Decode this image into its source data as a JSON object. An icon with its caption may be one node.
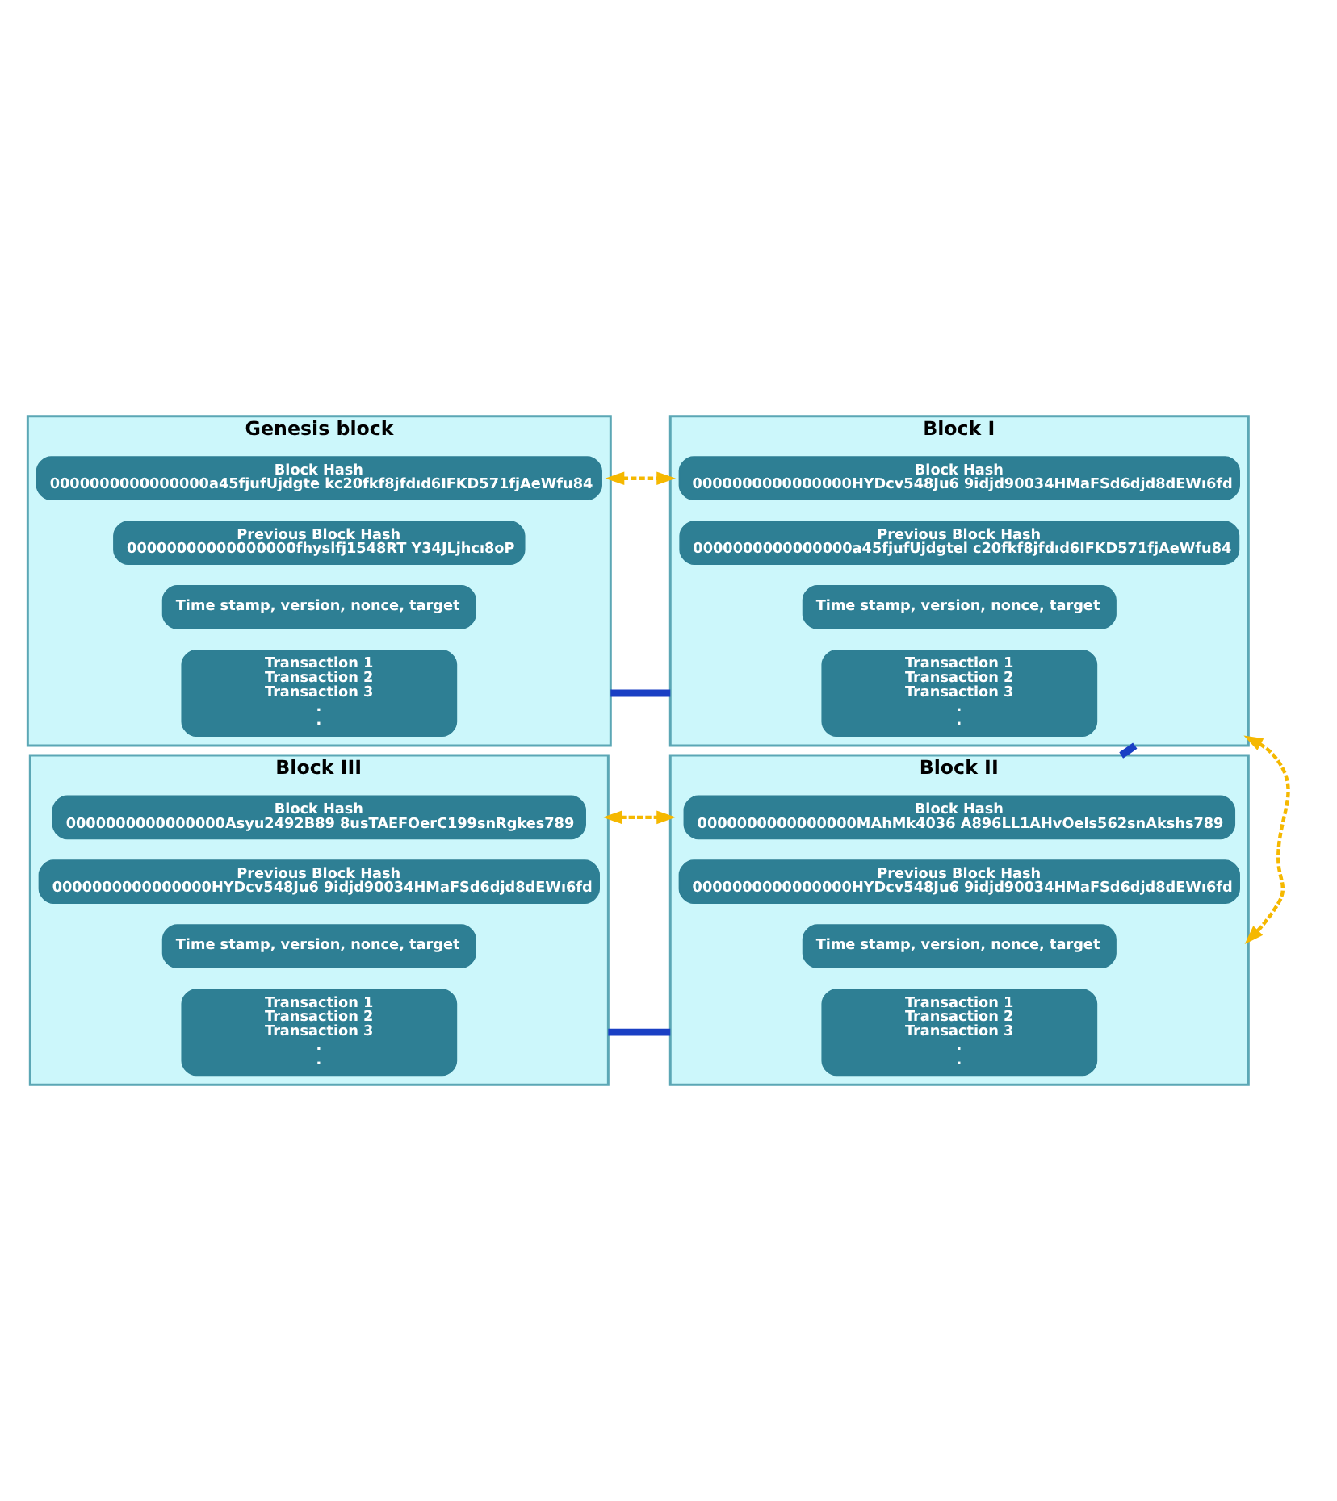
{
  "diagram": {
    "nodes": [
      {
        "text": [
          "Genesis block"
        ]
      },
      {
        "text": [
          "Block Hash",
          "0000000000000000a45fjufUjdgte kc20fkf8jfdıd6IFKD571fjAeWfu84"
        ],
        "in": 0
      },
      {
        "text": [
          "Previous Block Hash",
          "00000000000000000fhyslfj1548RT Y34JLjhcı8oP"
        ],
        "in": 0
      },
      {
        "text": [
          "Time stamp, version, nonce, target"
        ],
        "in": 0
      },
      {
        "text": [
          "Transaction 1",
          "Transaction 2",
          "Transaction 3",
          ".",
          "."
        ],
        "in": 0
      },
      {
        "text": [
          "Block I"
        ]
      },
      {
        "text": [
          "Block Hash",
          "0000000000000000HYDcv548Ju6 9idjd90034HMaFSd6djd8dEWı6fd"
        ],
        "in": 5
      },
      {
        "text": [
          "Previous Block Hash",
          "0000000000000000a45fjufUjdgtel c20fkf8jfdıd6IFKD571fjAeWfu84"
        ],
        "in": 5
      },
      {
        "text": [
          "Time stamp, version, nonce, target"
        ],
        "in": 5
      },
      {
        "text": [
          "Transaction 1",
          "Transaction 2",
          "Transaction 3",
          ".",
          "."
        ],
        "in": 5
      },
      {
        "text": [
          "Block III"
        ]
      },
      {
        "text": [
          "Block Hash",
          "0000000000000000Asyu2492B89 8usTAEFOerC199snRgkes789"
        ],
        "in": 10
      },
      {
        "text": [
          "Previous Block Hash",
          "0000000000000000HYDcv548Ju6 9idjd90034HMaFSd6djd8dEWı6fd"
        ],
        "in": 10
      },
      {
        "text": [
          "Time stamp, version, nonce, target"
        ],
        "in": 10
      },
      {
        "text": [
          "Transaction 1",
          "Transaction 2",
          "Transaction 3",
          ".",
          "."
        ],
        "in": 10
      },
      {
        "text": [
          "Block II"
        ]
      },
      {
        "text": [
          "Block Hash",
          "0000000000000000MAhMk4036 A896LL1AHvOels562snAkshs789"
        ],
        "in": 15
      },
      {
        "text": [
          "Previous Block Hash",
          "0000000000000000HYDcv548Ju6 9idjd90034HMaFSd6djd8dEWı6fd"
        ],
        "in": 15
      },
      {
        "text": [
          "Time stamp, version, nonce, target"
        ],
        "in": 15
      },
      {
        "text": [
          "Transaction 1",
          "Transaction 2",
          "Transaction 3",
          ".",
          "."
        ],
        "in": 15
      }
    ],
    "edges": [
      {
        "from": 0,
        "to": 5,
        "arrow": "both",
        "style": "dashed",
        "color": "#f5b800"
      },
      {
        "from": 0,
        "to": 5,
        "arrow": "none",
        "style": "thick",
        "color": "#1a3fc4"
      },
      {
        "from": 5,
        "to": 15,
        "arrow": "none",
        "style": "thick",
        "color": "#1a3fc4"
      },
      {
        "from": 5,
        "to": 15,
        "arrow": "both",
        "style": "dashed",
        "color": "#f5b800"
      },
      {
        "from": 10,
        "to": 15,
        "arrow": "both",
        "style": "dashed",
        "color": "#f5b800"
      },
      {
        "from": 10,
        "to": 15,
        "arrow": "none",
        "style": "thick",
        "color": "#1a3fc4"
      }
    ]
  }
}
